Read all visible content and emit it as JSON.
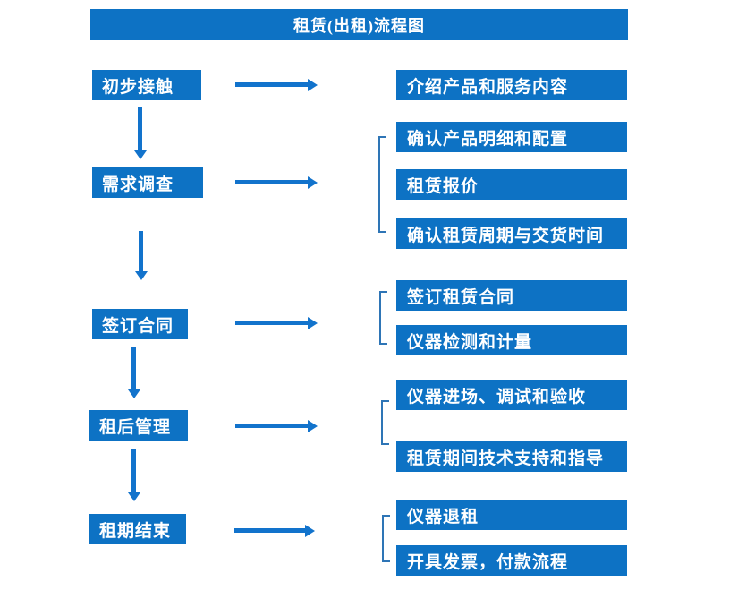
{
  "title": "租赁(出租)流程图",
  "colors": {
    "box": "#0d72c4",
    "arrow": "#1273cc",
    "bracket": "#2e75b6",
    "box_text": "#ffffff",
    "background": "#ffffff"
  },
  "stages": [
    {
      "label": "初步接触",
      "outputs": [
        "介绍产品和服务内容"
      ]
    },
    {
      "label": "需求调查",
      "outputs": [
        "确认产品明细和配置",
        "租赁报价",
        "确认租赁周期与交货时间"
      ]
    },
    {
      "label": "签订合同",
      "outputs": [
        "签订租赁合同",
        "仪器检测和计量"
      ]
    },
    {
      "label": "租后管理",
      "outputs": [
        "仪器进场、调试和验收",
        "租赁期间技术支持和指导"
      ]
    },
    {
      "label": "租期结束",
      "outputs": [
        "仪器退租",
        "开具发票，付款流程"
      ]
    }
  ]
}
